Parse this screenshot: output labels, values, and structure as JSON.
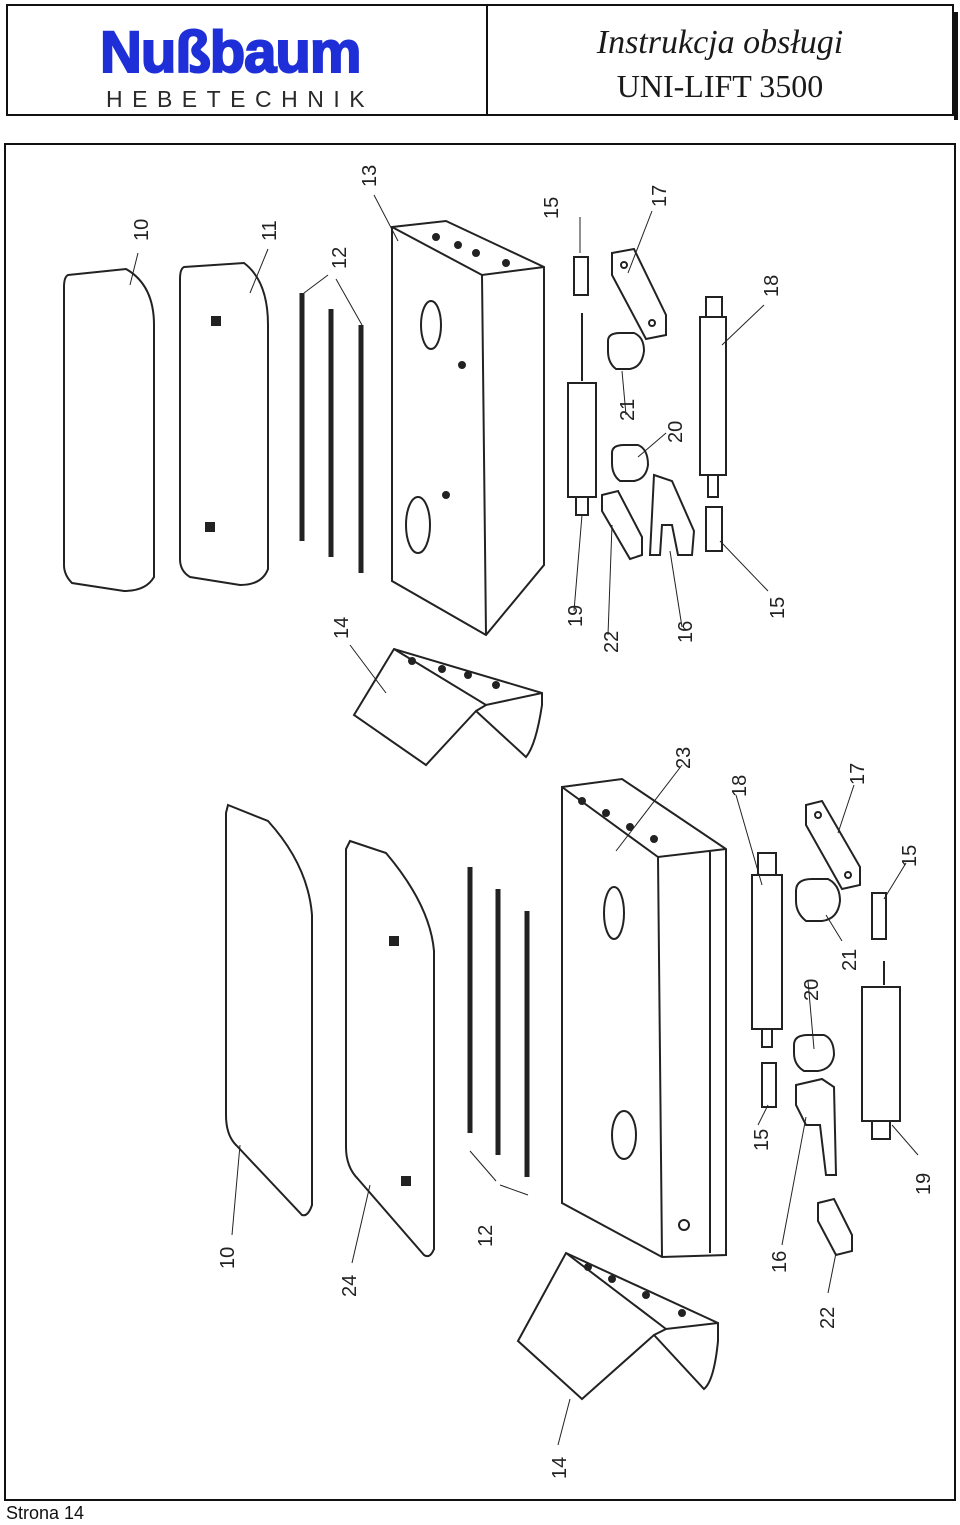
{
  "header": {
    "logo_word": "Nußbaum",
    "logo_sub": "HEBETECHNIK",
    "title": "Instrukcja obsługi",
    "subtitle": "UNI-LIFT 3500",
    "brand_color": "#1e2fd8"
  },
  "drawing": {
    "part_labels": {
      "p10_top": "10",
      "p11": "11",
      "p12_top": "12",
      "p13": "13",
      "p15_a": "15",
      "p17_top": "17",
      "p18_top": "18",
      "p21_top": "21",
      "p20_top": "20",
      "p19_top": "19",
      "p22_top": "22",
      "p16_top": "16",
      "p15_b": "15",
      "p14_top": "14",
      "p23": "23",
      "p18_bot": "18",
      "p17_bot": "17",
      "p15_c": "15",
      "p21_bot": "21",
      "p20_bot": "20",
      "p15_d": "15",
      "p19_bot": "19",
      "p16_bot": "16",
      "p10_bot": "10",
      "p24": "24",
      "p12_bot": "12",
      "p22_bot": "22",
      "p14_bot": "14"
    }
  },
  "footer": {
    "page_label": "Strona 14"
  }
}
